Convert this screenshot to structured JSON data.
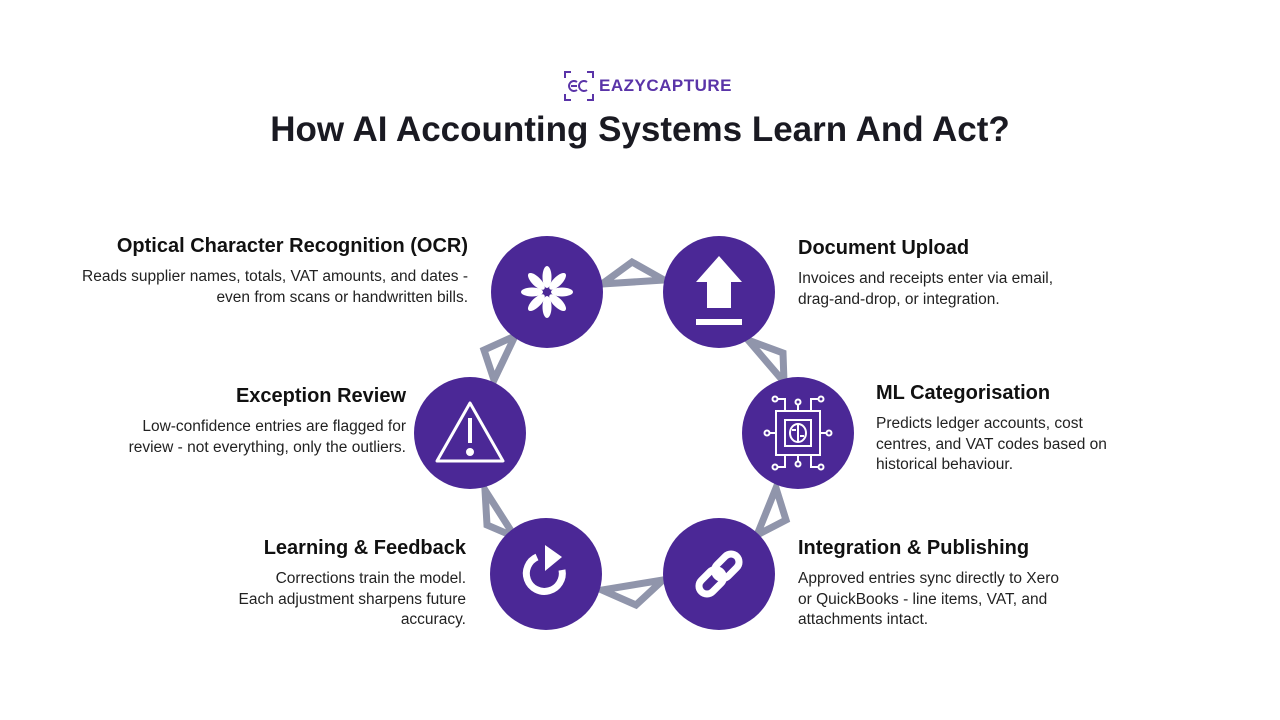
{
  "brand": {
    "name": "EAZYCAPTURE",
    "logo_mark": "eC"
  },
  "title": "How AI Accounting Systems Learn And Act?",
  "colors": {
    "purple": "#4B2896",
    "connector": "#9095AB"
  },
  "steps": [
    {
      "title": "Document Upload",
      "text": "Invoices and receipts enter via email, drag-and-drop, or integration.",
      "icon": "upload-icon"
    },
    {
      "title": "ML Categorisation",
      "text": "Predicts ledger accounts, cost centres, and VAT codes based on historical behaviour.",
      "icon": "ai-chip-icon"
    },
    {
      "title": "Integration & Publishing",
      "text": "Approved entries sync directly to Xero or QuickBooks - line items, VAT, and attachments intact.",
      "icon": "link-icon"
    },
    {
      "title": "Learning & Feedback",
      "text": "Corrections train the model. Each adjustment sharpens future accuracy.",
      "icon": "refresh-icon"
    },
    {
      "title": "Exception Review",
      "text": "Low-confidence entries are flagged for review - not everything, only the outliers.",
      "icon": "warning-icon"
    },
    {
      "title": "Optical Character Recognition (OCR)",
      "text": "Reads supplier names, totals, VAT amounts, and dates - even from scans or handwritten bills.",
      "icon": "asterisk-icon"
    }
  ]
}
